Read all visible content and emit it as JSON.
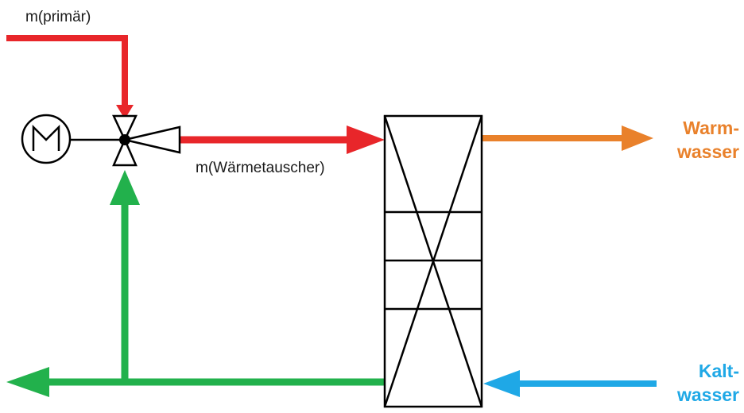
{
  "labels": {
    "primary_flow": "m(primär)",
    "exchanger_flow": "m(Wärmetauscher)",
    "warm_water_line1": "Warm-",
    "warm_water_line2": "wasser",
    "cold_water_line1": "Kalt-",
    "cold_water_line2": "wasser"
  },
  "icons": {
    "motor": "motor-icon",
    "valve": "three-way-valve-icon",
    "heat_exchanger": "heat-exchanger-icon"
  },
  "colors": {
    "primary_supply": "#e8262a",
    "return": "#22b14c",
    "warm_water": "#e9812b",
    "cold_water": "#1fa8e6",
    "outline": "#000000"
  }
}
